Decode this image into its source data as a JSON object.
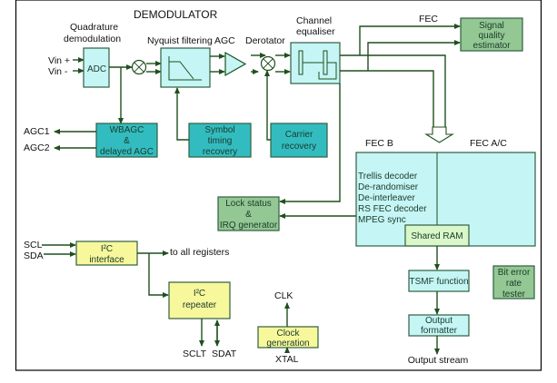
{
  "title": "DEMODULATOR",
  "colors": {
    "wire": "#1f4f1f",
    "light_cyan": "#c6f5f5",
    "teal": "#33bcc0",
    "green": "#93c793",
    "yellow": "#f7f79c",
    "ram_green": "#d9f7c9",
    "frame": "#000000"
  },
  "inputs": {
    "vin_plus": "Vin +",
    "vin_minus": "Vin -",
    "scl": "SCL",
    "sda": "SDA",
    "xtal": "XTAL"
  },
  "outputs": {
    "agc1": "AGC1",
    "agc2": "AGC2",
    "to_all_registers": "to all registers",
    "sclt": "SCLT",
    "sdat": "SDAT",
    "clk": "CLK",
    "output_stream": "Output stream",
    "fec": "FEC"
  },
  "captions": {
    "quadrature": [
      "Quadrature",
      "demodulation"
    ],
    "nyquist": "Nyquist filtering",
    "agc": "AGC",
    "derotator": "Derotator",
    "equaliser": [
      "Channel",
      "equaliser"
    ],
    "fec_b": "FEC B",
    "fec_ac": "FEC A/C"
  },
  "blocks": {
    "adc": "ADC",
    "signal_quality": [
      "Signal",
      "quality",
      "estimator"
    ],
    "wbagc": [
      "WBAGC",
      "&",
      "delayed AGC"
    ],
    "symbol_timing": [
      "Symbol",
      "timing",
      "recovery"
    ],
    "carrier": [
      "Carrier",
      "recovery"
    ],
    "lock_status": [
      "Lock status",
      "&",
      "IRQ generator"
    ],
    "fec_functions": [
      "Trellis decoder",
      "De-randomiser",
      "De-interleaver",
      "RS FEC decoder",
      "MPEG sync"
    ],
    "shared_ram": "Shared RAM",
    "i2c_interface": [
      "I²C",
      "interface"
    ],
    "i2c_repeater": [
      "I²C",
      "repeater"
    ],
    "clock_generation": [
      "Clock",
      "generation"
    ],
    "tsmf": "TSMF function",
    "output_formatter": [
      "Output",
      "formatter"
    ],
    "bit_error": [
      "Bit error",
      "rate",
      "tester"
    ]
  }
}
